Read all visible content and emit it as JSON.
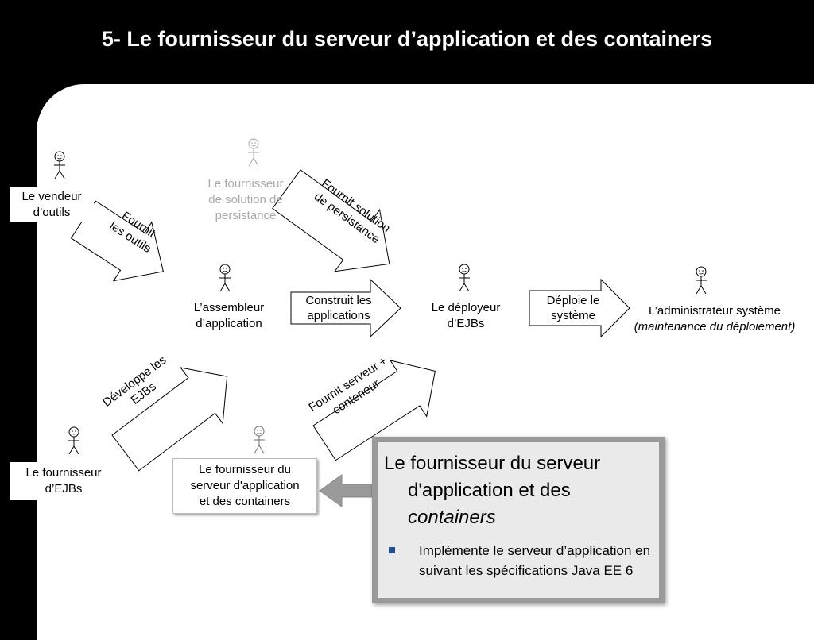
{
  "title": "5- Le fournisseur du serveur d’application et des containers",
  "actors": {
    "vendeur": [
      "Le vendeur",
      "d’outils"
    ],
    "persistance": [
      "Le fournisseur",
      "de solution de",
      "persistance"
    ],
    "assembleur": [
      "L’assembleur",
      "d’application"
    ],
    "deployeur": [
      "Le déployeur",
      "d’EJBs"
    ],
    "admin": [
      "L’administrateur système",
      "(maintenance du déploiement)"
    ],
    "fournisseur_ejb": [
      "Le fournisseur",
      "d’EJBs"
    ],
    "fournisseur_serveur": [
      "Le fournisseur du",
      "serveur d'application",
      "et des containers"
    ]
  },
  "arrows": {
    "outils": [
      "Fournit",
      "les outils"
    ],
    "persistance": [
      "Fournit solution",
      "de persistance"
    ],
    "construit": [
      "Construit les",
      "applications"
    ],
    "deploie": [
      "Déploie le",
      "système"
    ],
    "developpe": [
      "Développe les",
      "EJBs"
    ],
    "serveur": [
      "Fournit serveur +",
      "conteneur"
    ]
  },
  "callout": {
    "heading_line1": "Le fournisseur du serveur",
    "heading_line2": "d'application et des",
    "heading_line3": "containers",
    "bullet": "Implémente le serveur d’application en suivant les spécifications Java EE 6"
  },
  "colors": {
    "background": "#000000",
    "panel": "#ffffff",
    "faded": "#aaaaaa",
    "bullet": "#1f4e9c",
    "callout_border": "#9a9a9a"
  }
}
